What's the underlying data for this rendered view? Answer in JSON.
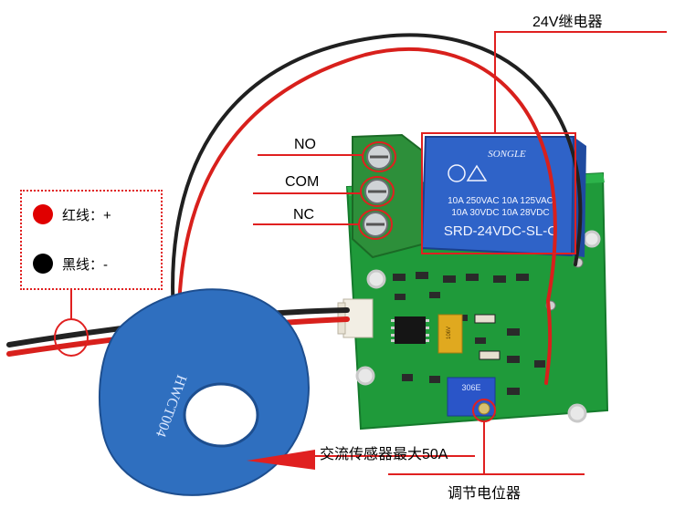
{
  "labels": {
    "relay": "24V继电器",
    "no": "NO",
    "com": "COM",
    "nc": "NC",
    "sensor": "交流传感器最大50A",
    "potentiometer": "调节电位器"
  },
  "legend": {
    "red_wire": "红线：+",
    "black_wire": "黑线：-",
    "red_color": "#e00000",
    "black_color": "#000000"
  },
  "relay_text": {
    "brand": "SONGLE",
    "line1": "10A 250VAC  10A 125VAC",
    "line2": "10A 30VDC   10A 28VDC",
    "model": "SRD-24VDC-SL-C"
  },
  "sensor_text": "HWCT004",
  "pot_text": "306E",
  "capacitor_text": "106V",
  "colors": {
    "annotation_red": "#e02020",
    "pcb_green": "#1f9a3a",
    "relay_blue": "#2f63c8",
    "sensor_blue": "#2f6fbf",
    "terminal_green": "#2d8f3a"
  }
}
